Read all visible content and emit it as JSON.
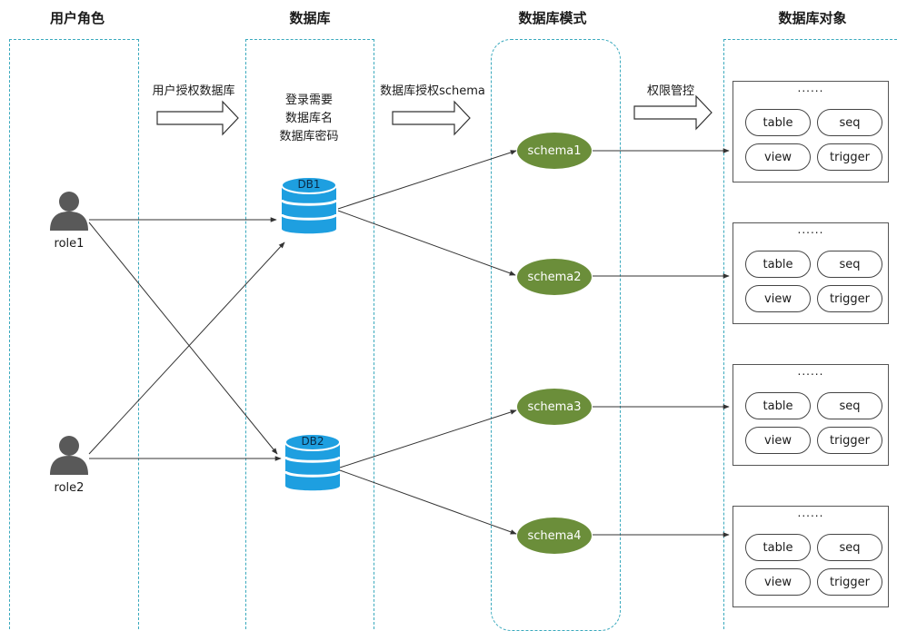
{
  "columns": {
    "roles": "用户角色",
    "database": "数据库",
    "schema": "数据库模式",
    "objects": "数据库对象"
  },
  "flow_labels": {
    "grant_db": "用户授权数据库",
    "grant_schema": "数据库授权schema",
    "permission": "权限管控"
  },
  "login_note": [
    "登录需要",
    "数据库名",
    "数据库密码"
  ],
  "roles": [
    "role1",
    "role2"
  ],
  "databases": [
    "DB1",
    "DB2"
  ],
  "schemas": [
    "schema1",
    "schema2",
    "schema3",
    "schema4"
  ],
  "objects": {
    "ellipsis": "......",
    "items": [
      "table",
      "seq",
      "view",
      "trigger"
    ]
  },
  "colors": {
    "lane_border": "#3aa9bd",
    "schema_fill": "#6b8e3a",
    "db_fill": "#1e9fe0",
    "role_icon": "#595959"
  }
}
